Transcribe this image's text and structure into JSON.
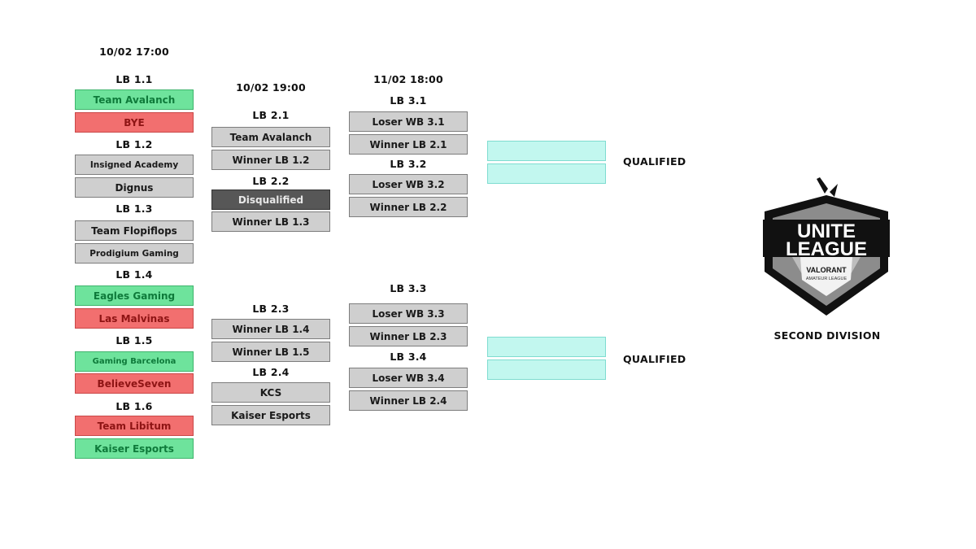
{
  "round1": {
    "time": "10/02 17:00",
    "matches": [
      {
        "label": "LB 1.1",
        "team1": "Team Avalanch",
        "team2": "BYE"
      },
      {
        "label": "LB 1.2",
        "team1": "Insigned Academy",
        "team2": "Dignus"
      },
      {
        "label": "LB 1.3",
        "team1": "Team Flopiflops",
        "team2": "Prodigium Gaming"
      },
      {
        "label": "LB 1.4",
        "team1": "Eagles Gaming",
        "team2": "Las Malvinas"
      },
      {
        "label": "LB 1.5",
        "team1": "Gaming Barcelona",
        "team2": "BelieveSeven"
      },
      {
        "label": "LB 1.6",
        "team1": "Team Libitum",
        "team2": "Kaiser Esports"
      }
    ]
  },
  "round2": {
    "time": "10/02 19:00",
    "matches": [
      {
        "label": "LB 2.1",
        "team1": "Team Avalanch",
        "team2": "Winner LB 1.2"
      },
      {
        "label": "LB 2.2",
        "team1": "Disqualified",
        "team2": "Winner LB 1.3"
      },
      {
        "label": "LB 2.3",
        "team1": "Winner LB 1.4",
        "team2": "Winner LB 1.5"
      },
      {
        "label": "LB 2.4",
        "team1": "KCS",
        "team2": "Kaiser Esports"
      }
    ]
  },
  "round3": {
    "time": "11/02 18:00",
    "matches": [
      {
        "label": "LB 3.1",
        "team1": "Loser WB 3.1",
        "team2": "Winner LB 2.1"
      },
      {
        "label": "LB 3.2",
        "team1": "Loser WB 3.2",
        "team2": "Winner LB 2.2"
      },
      {
        "label": "LB 3.3",
        "team1": "Loser WB 3.3",
        "team2": "Winner LB 2.3"
      },
      {
        "label": "LB 3.4",
        "team1": "Loser WB 3.4",
        "team2": "Winner LB 2.4"
      }
    ]
  },
  "qualified_top": "QUALIFIED",
  "qualified_bottom": "QUALIFIED",
  "logo": {
    "line1": "UNITE",
    "line2": "LEAGUE",
    "brand": "VALORANT",
    "sub": "AMATEUR LEAGUE"
  },
  "division": "SECOND DIVISION",
  "colors": {
    "winner": "#6ee39c",
    "loser": "#f26f6f",
    "neutral": "#cfcfcf",
    "disqualified": "#575757",
    "qualified_slot": "#c2f7ef"
  }
}
